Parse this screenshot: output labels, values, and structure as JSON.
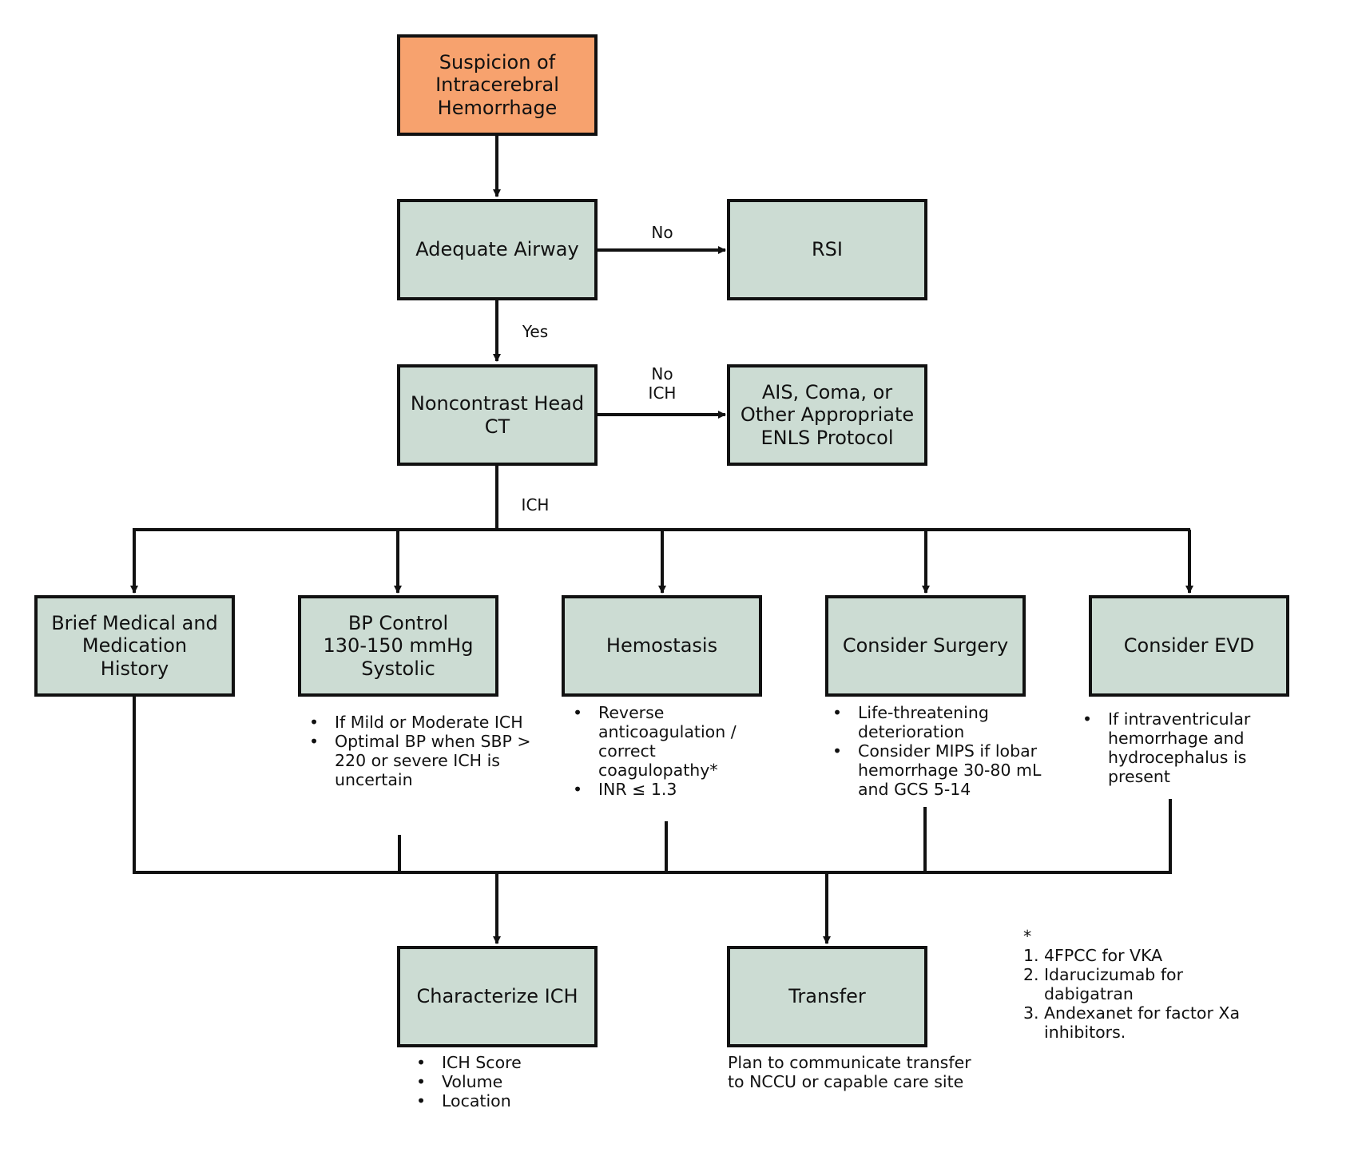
{
  "nodes": {
    "suspicion": "Suspicion of\nIntracerebral\nHemorrhage",
    "airway": "Adequate Airway",
    "rsi": "RSI",
    "ct": "Noncontrast Head\nCT",
    "ais": "AIS, Coma, or\nOther Appropriate\nENLS Protocol",
    "history": "Brief Medical and\nMedication\nHistory",
    "bp": "BP Control\n130-150 mmHg\nSystolic",
    "hemostasis": "Hemostasis",
    "surgery": "Consider Surgery",
    "evd": "Consider EVD",
    "characterize": "Characterize ICH",
    "transfer": "Transfer"
  },
  "edge_labels": {
    "no": "No",
    "yes": "Yes",
    "no_ich": "No\nICH",
    "ich": "ICH"
  },
  "notes": {
    "bp": [
      "If Mild or Moderate ICH",
      "Optimal BP when SBP > 220 or severe ICH is uncertain"
    ],
    "hemostasis": [
      "Reverse anticoagulation / correct coagulopathy*",
      "INR ≤ 1.3"
    ],
    "surgery": [
      "Life-threatening deterioration",
      "Consider MIPS if lobar hemorrhage 30-80 mL and GCS 5-14"
    ],
    "evd": [
      "If intraventricular hemorrhage and hydrocephalus is present"
    ],
    "characterize": [
      "ICH Score",
      "Volume",
      "Location"
    ],
    "transfer": "Plan to communicate transfer to NCCU or capable care site"
  },
  "footnote": {
    "marker": "*",
    "items": [
      {
        "num": "1.",
        "text": "4FPCC for VKA"
      },
      {
        "num": "2.",
        "text": "Idarucizumab for dabigatran"
      },
      {
        "num": "3.",
        "text": "Andexanet for factor Xa inhibitors."
      }
    ]
  },
  "colors": {
    "start_fill": "#f7a26e",
    "box_fill": "#ccdcd3",
    "line": "#111111"
  }
}
